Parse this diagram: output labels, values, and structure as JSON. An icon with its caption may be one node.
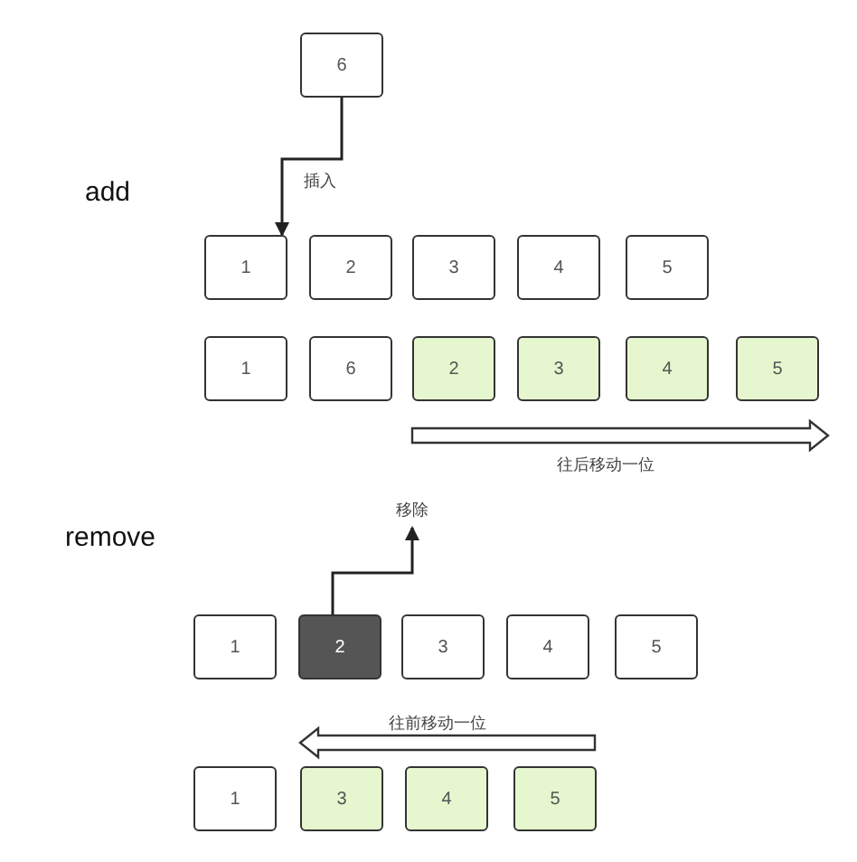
{
  "diagram": {
    "nodes": [
      {
        "text": [
          "6"
        ]
      },
      {
        "text": [
          "1"
        ]
      },
      {
        "text": [
          "2"
        ]
      },
      {
        "text": [
          "3"
        ]
      },
      {
        "text": [
          "4"
        ]
      },
      {
        "text": [
          "5"
        ]
      },
      {
        "text": [
          "1"
        ]
      },
      {
        "text": [
          "6"
        ]
      },
      {
        "text": [
          "2"
        ]
      },
      {
        "text": [
          "3"
        ]
      },
      {
        "text": [
          "4"
        ]
      },
      {
        "text": [
          "5"
        ]
      },
      {
        "text": [
          "1"
        ]
      },
      {
        "text": [
          "2"
        ]
      },
      {
        "text": [
          "3"
        ]
      },
      {
        "text": [
          "4"
        ]
      },
      {
        "text": [
          "5"
        ]
      },
      {
        "text": [
          "1"
        ]
      },
      {
        "text": [
          "3"
        ]
      },
      {
        "text": [
          "4"
        ]
      },
      {
        "text": [
          "5"
        ]
      }
    ],
    "edges": [
      {
        "from": 0,
        "to": 1,
        "arrow": "to",
        "label": "插入"
      },
      {
        "from": 13,
        "to": null,
        "arrow": "to",
        "label": "移除"
      }
    ],
    "labels": [
      "add",
      "往后移动一位",
      "remove",
      "往前移动一位"
    ]
  }
}
